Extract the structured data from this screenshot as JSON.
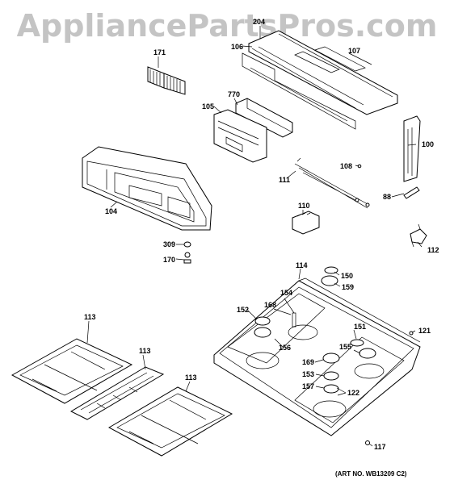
{
  "watermark": "AppliancePartsPros.com",
  "art_number": "(ART NO. WB13209 C2)",
  "callouts": {
    "c204": "204",
    "c106": "106",
    "c107": "107",
    "c171": "171",
    "c770": "770",
    "c105": "105",
    "c100": "100",
    "c108": "108",
    "c111": "111",
    "c104": "104",
    "c88": "88",
    "c110": "110",
    "c112": "112",
    "c309": "309",
    "c170": "170",
    "c114": "114",
    "c150": "150",
    "c159": "159",
    "c154": "154",
    "c152": "152",
    "c168": "168",
    "c151": "151",
    "c121": "121",
    "c113a": "113",
    "c156": "156",
    "c155": "155",
    "c113b": "113",
    "c169": "169",
    "c113c": "113",
    "c153": "153",
    "c157": "157",
    "c122": "122",
    "c117": "117"
  }
}
